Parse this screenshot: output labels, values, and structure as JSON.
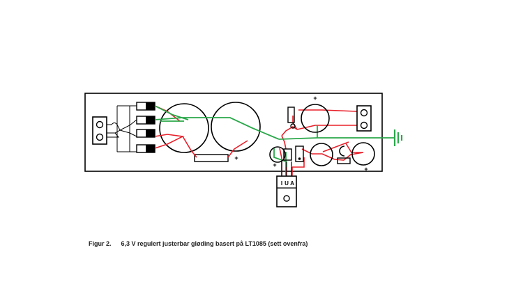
{
  "caption": {
    "figure_label": "Figur 2.",
    "text": "6,3 V regulert justerbar gløding basert på LT1085 (sett ovenfra)"
  },
  "regulator": {
    "pin_i": "I",
    "pin_u": "U",
    "pin_a": "A"
  },
  "polarity": {
    "plus": "+"
  },
  "colors": {
    "outline": "#000000",
    "trace_red": "#e8202a",
    "trace_green": "#2aa84a",
    "ground": "#2aa84a"
  }
}
